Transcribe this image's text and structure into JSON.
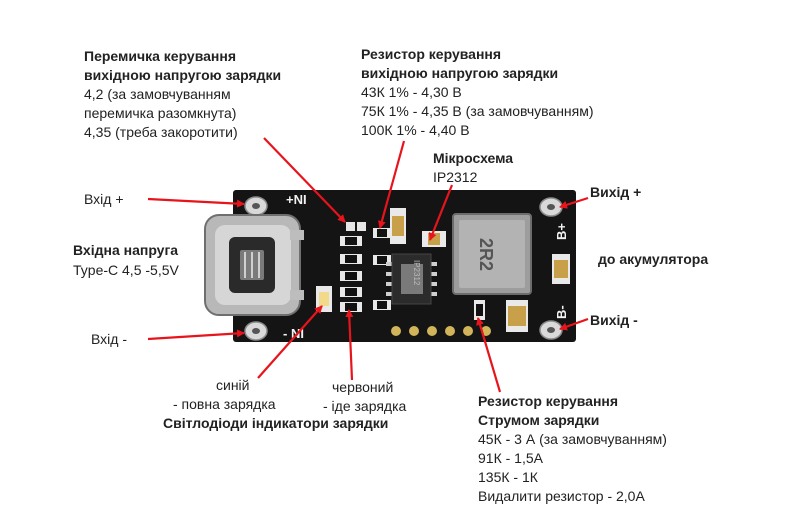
{
  "jumper": {
    "title1": "Перемичка керування",
    "title2": "вихідною напругою зарядки",
    "line1": "4,2 (за замовчуванням",
    "line2": "перемичка разомкнута)",
    "line3": "4,35 (треба закоротити)"
  },
  "vres": {
    "title1": "Резистор керування",
    "title2": "вихідною напругою зарядки",
    "rows": [
      "43К   1% - 4,30 В",
      "75К   1% - 4,35 В (за замовчуванням)",
      "100К 1% - 4,40 В"
    ]
  },
  "chip": {
    "title": "Мікросхема",
    "model": "IP2312"
  },
  "input_plus": "Вхід +",
  "input_minus": "Вхід -",
  "input_voltage": {
    "title": "Вхідна напруга",
    "desc": "Type-C 4,5 -5,5V"
  },
  "output_plus": "Вихід +",
  "output_minus": "Вихід -",
  "to_battery": "до акумулятора",
  "led_blue": {
    "line1": "синій",
    "line2": "- повна зарядка"
  },
  "led_red": {
    "line1": "червоний",
    "line2": "- іде зарядка"
  },
  "led_title": "Світлодіоди індикатори зарядки",
  "cres": {
    "title1": "Резистор керування",
    "title2": "Струмом зарядки",
    "rows": [
      "45К   - 3 А (за замовчуванням)",
      "91К   - 1,5А",
      "135К - 1К",
      "Видалити резистор - 2,0А"
    ]
  },
  "silk": {
    "plus_ni": "+NI",
    "minus_ni": "- NI",
    "b_plus": "B+",
    "b_minus": "B-",
    "inductor": "2R2",
    "ic": "IP2312"
  },
  "colors": {
    "board": "#141414",
    "arrow": "#e8141c",
    "pad": "#d9d9d9",
    "component": "#c9a04a"
  }
}
